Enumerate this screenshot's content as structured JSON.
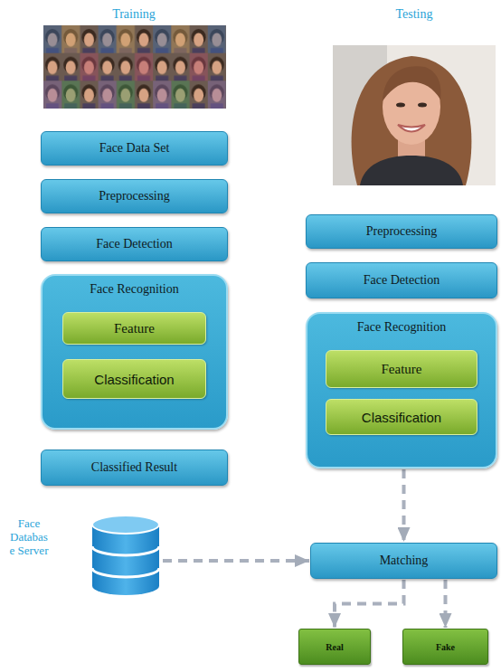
{
  "diagram": {
    "nodes": [
      {
        "text": [
          "Face Data Set"
        ]
      },
      {
        "text": [
          "Preprocessing"
        ]
      },
      {
        "text": [
          "Face Detection"
        ]
      },
      {
        "text": [
          "Face Recognition"
        ]
      },
      {
        "text": [
          "Feature"
        ],
        "in": 3
      },
      {
        "text": [
          "Classification"
        ],
        "in": 3
      },
      {
        "text": [
          "Classified Result"
        ]
      },
      {
        "text": [
          "Preprocessing"
        ]
      },
      {
        "text": [
          "Face Detection"
        ]
      },
      {
        "text": [
          "Face Recognition"
        ]
      },
      {
        "text": [
          "Feature"
        ],
        "in": 9
      },
      {
        "text": [
          "Classification"
        ],
        "in": 9
      },
      {
        "text": [
          "Face Databas e Server"
        ]
      },
      {
        "text": [
          "Matching"
        ]
      },
      {
        "text": [
          "Real"
        ]
      },
      {
        "text": [
          "Fake"
        ]
      }
    ],
    "edges": [
      {
        "from": 9,
        "to": 13,
        "arrow": "to"
      },
      {
        "from": 12,
        "to": 13,
        "arrow": "to"
      },
      {
        "from": 13,
        "to": 14,
        "arrow": "to"
      },
      {
        "from": 13,
        "to": 15,
        "arrow": "to"
      }
    ],
    "labels": [
      "Training",
      "Testing"
    ]
  }
}
